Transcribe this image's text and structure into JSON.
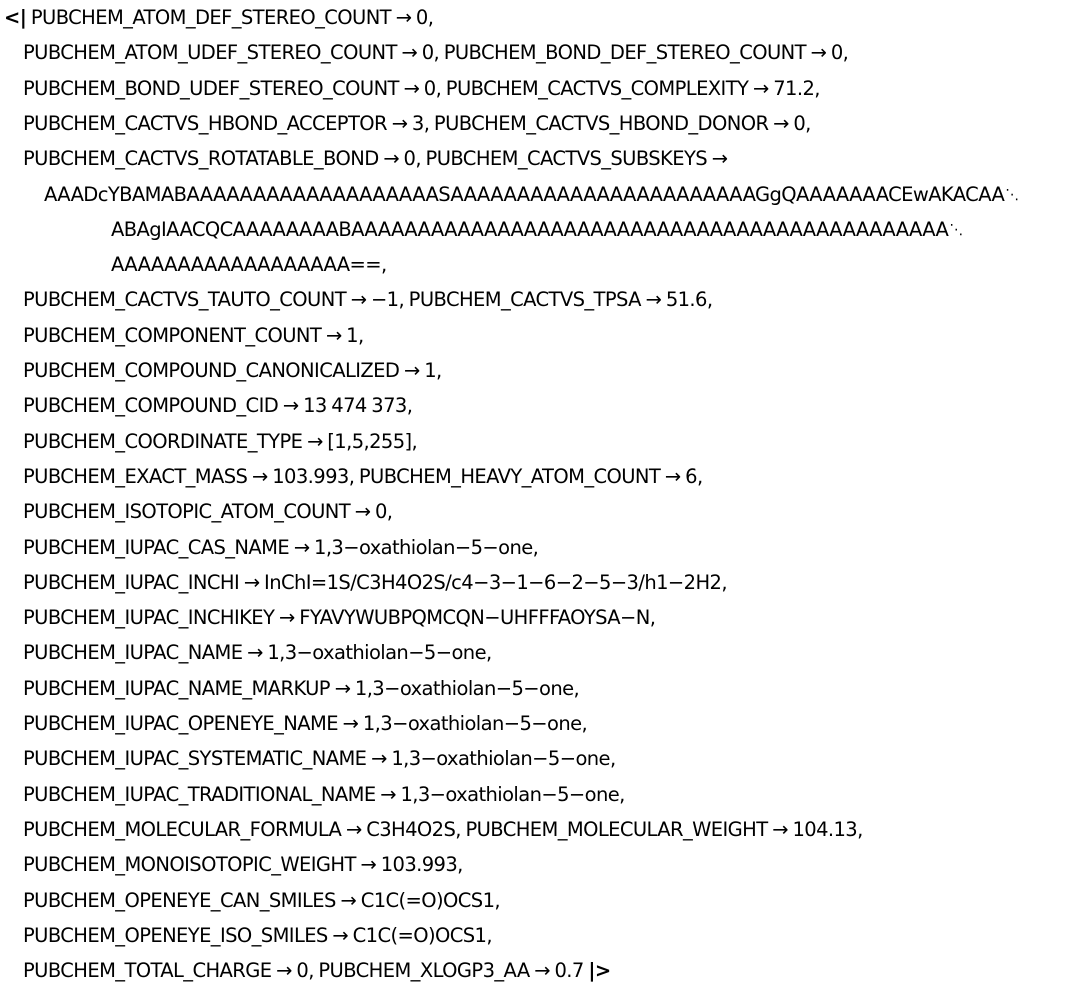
{
  "association": {
    "open_delimiter": "<|",
    "close_delimiter": "|>",
    "line_break_glyph": "⋱",
    "lines": [
      "PUBCHEM_ATOM_DEF_STEREO_COUNT → 0,",
      "PUBCHEM_ATOM_UDEF_STEREO_COUNT → 0, PUBCHEM_BOND_DEF_STEREO_COUNT → 0,",
      "PUBCHEM_BOND_UDEF_STEREO_COUNT → 0, PUBCHEM_CACTVS_COMPLEXITY → 71.2,",
      "PUBCHEM_CACTVS_HBOND_ACCEPTOR → 3, PUBCHEM_CACTVS_HBOND_DONOR → 0,",
      "PUBCHEM_CACTVS_ROTATABLE_BOND → 0, PUBCHEM_CACTVS_SUBSKEYS →",
      "AAADcYBAMABAAAAAAAAAAAAAAAAAAASAAAAAAAAAAAAAAAAAAAAAAAGgQAAAAAAACEwAKACAA",
      "ABAgIAACQCAAAAAAAABAAAAAAAAAAAAAAAAAAAAAAAAAAAAAAAAAAAAAAAAAAAAA",
      "AAAAAAAAAAAAAAAAAA==,",
      "PUBCHEM_CACTVS_TAUTO_COUNT → −1, PUBCHEM_CACTVS_TPSA → 51.6,",
      "PUBCHEM_COMPONENT_COUNT → 1,",
      "PUBCHEM_COMPOUND_CANONICALIZED → 1,",
      "PUBCHEM_COMPOUND_CID → 13 474 373,",
      "PUBCHEM_COORDINATE_TYPE → [1,5,255],",
      "PUBCHEM_EXACT_MASS → 103.993, PUBCHEM_HEAVY_ATOM_COUNT → 6,",
      "PUBCHEM_ISOTOPIC_ATOM_COUNT → 0,",
      "PUBCHEM_IUPAC_CAS_NAME → 1,3−oxathiolan−5−one,",
      "PUBCHEM_IUPAC_INCHI → InChI=1S/C3H4O2S/c4−3−1−6−2−5−3/h1−2H2,",
      "PUBCHEM_IUPAC_INCHIKEY → FYAVYWUBPQMCQN−UHFFFAOYSA−N,",
      "PUBCHEM_IUPAC_NAME → 1,3−oxathiolan−5−one,",
      "PUBCHEM_IUPAC_NAME_MARKUP → 1,3−oxathiolan−5−one,",
      "PUBCHEM_IUPAC_OPENEYE_NAME → 1,3−oxathiolan−5−one,",
      "PUBCHEM_IUPAC_SYSTEMATIC_NAME → 1,3−oxathiolan−5−one,",
      "PUBCHEM_IUPAC_TRADITIONAL_NAME → 1,3−oxathiolan−5−one,",
      "PUBCHEM_MOLECULAR_FORMULA → C3H4O2S, PUBCHEM_MOLECULAR_WEIGHT → 104.13,",
      "PUBCHEM_MONOISOTOPIC_WEIGHT → 103.993,",
      "PUBCHEM_OPENEYE_CAN_SMILES → C1C(=O)OCS1,",
      "PUBCHEM_OPENEYE_ISO_SMILES → C1C(=O)OCS1,",
      "PUBCHEM_TOTAL_CHARGE → 0, PUBCHEM_XLOGP3_AA → 0.7"
    ]
  }
}
